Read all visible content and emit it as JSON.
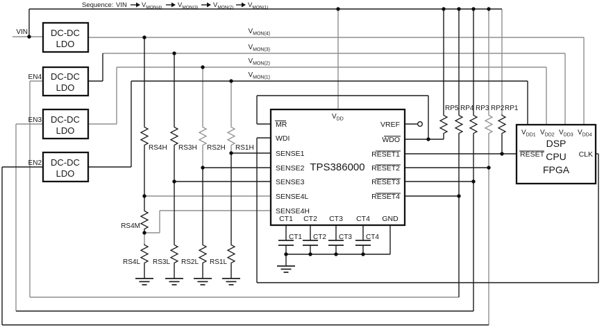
{
  "colors": {
    "background": "#ffffff",
    "wire_black": "#1b1b1b",
    "wire_gray": "#8f8f8f",
    "text": "#161616"
  },
  "sequence": {
    "label": "Sequence:",
    "source": "VIN",
    "arrow_icon": "right-arrow",
    "steps": [
      {
        "main": "V",
        "sub": "MON(4)"
      },
      {
        "main": "V",
        "sub": "MON(3)"
      },
      {
        "main": "V",
        "sub": "MON(2)"
      },
      {
        "main": "V",
        "sub": "MON(1)"
      }
    ]
  },
  "inputs": {
    "vin": "VIN",
    "enables": [
      "EN4",
      "EN3",
      "EN2"
    ]
  },
  "regulator": {
    "line1": "DC-DC",
    "line2": "LDO"
  },
  "nets": {
    "vmon": [
      {
        "main": "V",
        "sub": "MON(4)"
      },
      {
        "main": "V",
        "sub": "MON(3)"
      },
      {
        "main": "V",
        "sub": "MON(2)"
      },
      {
        "main": "V",
        "sub": "MON(1)"
      }
    ]
  },
  "supervisor": {
    "part": "TPS386000",
    "vdd": {
      "main": "V",
      "sub": "DD"
    },
    "left_pins": [
      "MR",
      "WDI",
      "SENSE1",
      "SENSE2",
      "SENSE3",
      "SENSE4L",
      "SENSE4H"
    ],
    "right_pins": [
      "VREF",
      "WDO",
      "RESET1",
      "RESET2",
      "RESET3",
      "RESET4"
    ],
    "bottom_pins": [
      "CT1",
      "CT2",
      "CT3",
      "CT4",
      "GND"
    ]
  },
  "resistors": {
    "high": [
      "RS4H",
      "RS3H",
      "RS2H",
      "RS1H"
    ],
    "mid": "RS4M",
    "low": [
      "RS4L",
      "RS3L",
      "RS2L",
      "RS1L"
    ],
    "pullups": [
      "RP5",
      "RP4",
      "RP3",
      "RP2",
      "RP1"
    ]
  },
  "capacitors": [
    "CT1",
    "CT2",
    "CT3",
    "CT4"
  ],
  "processor": {
    "names": [
      "DSP",
      "CPU",
      "FPGA"
    ],
    "vdd_pins": [
      {
        "main": "V",
        "sub": "DD1"
      },
      {
        "main": "V",
        "sub": "DD2"
      },
      {
        "main": "V",
        "sub": "DD3"
      },
      {
        "main": "V",
        "sub": "DD4"
      }
    ],
    "reset": "RESET",
    "clk": "CLK"
  }
}
